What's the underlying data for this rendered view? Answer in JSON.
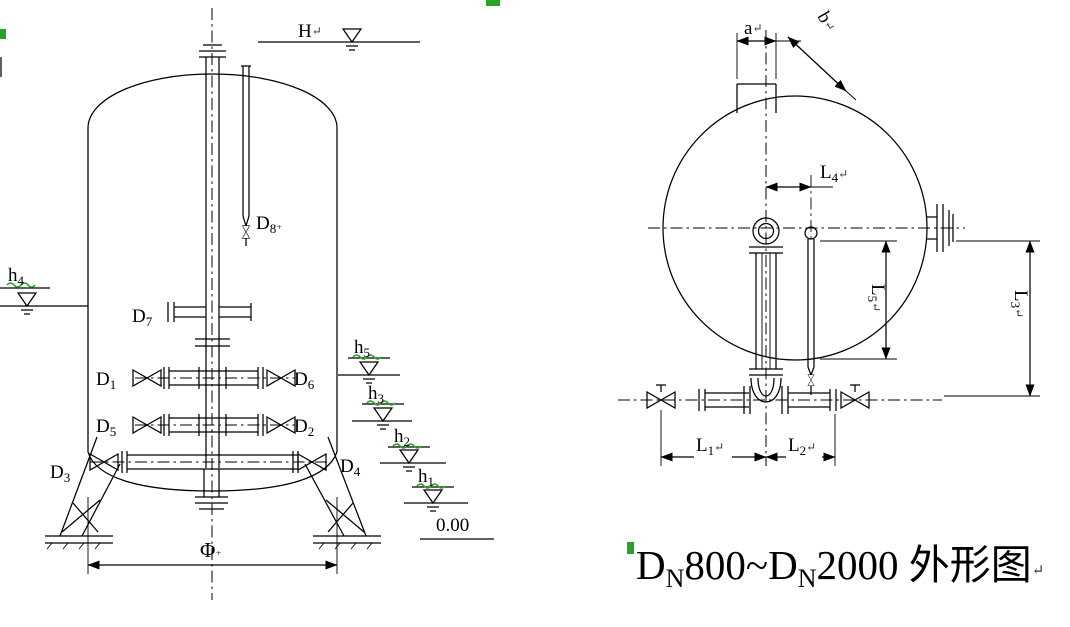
{
  "caption": {
    "dn1_main": "D",
    "dn1_sub": "N",
    "dn1_size": "800",
    "tilde": "~",
    "dn2_main": "D",
    "dn2_sub": "N",
    "dn2_size": "2000",
    "suffix": " 外形图",
    "mark": "↵"
  },
  "left": {
    "H": {
      "main": "H",
      "mark": "↵"
    },
    "h4": {
      "main": "h",
      "sub": "4"
    },
    "h5": {
      "main": "h",
      "sub": "5"
    },
    "h3": {
      "main": "h",
      "sub": "3"
    },
    "h2": {
      "main": "h",
      "sub": "2"
    },
    "h1": {
      "main": "h",
      "sub": "1"
    },
    "zero": {
      "main": "0.00"
    },
    "phi": {
      "main": "Φ",
      "mark": "₊"
    },
    "D1": {
      "main": "D",
      "sub": "1"
    },
    "D2": {
      "main": "D",
      "sub": "2"
    },
    "D3": {
      "main": "D",
      "sub": "3"
    },
    "D4": {
      "main": "D",
      "sub": "4"
    },
    "D5": {
      "main": "D",
      "sub": "5"
    },
    "D6": {
      "main": "D",
      "sub": "6"
    },
    "D7": {
      "main": "D",
      "sub": "7"
    },
    "D8": {
      "main": "D",
      "sub": "8",
      "mark": "₊"
    }
  },
  "right": {
    "a": {
      "main": "a",
      "mark": "↵"
    },
    "b": {
      "main": "b",
      "mark": "↵"
    },
    "L1": {
      "main": "L",
      "sub": "1",
      "mark": "↵"
    },
    "L2": {
      "main": "L",
      "sub": "2",
      "mark": "↵"
    },
    "L3": {
      "main": "L",
      "sub": "3",
      "mark": "↵"
    },
    "L4": {
      "main": "L",
      "sub": "4",
      "mark": "↵"
    },
    "L5": {
      "main": "L",
      "sub": "5",
      "mark": "↵"
    }
  },
  "colors": {
    "line": "#000000",
    "squiggle": "#27a427",
    "background": "#ffffff"
  }
}
